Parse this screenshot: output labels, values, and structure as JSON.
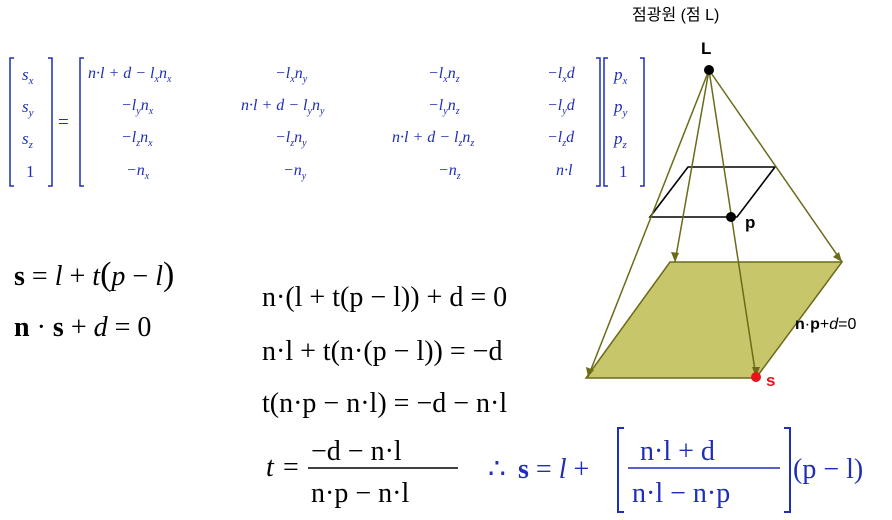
{
  "diagram": {
    "light_label_caption": "점광원 (점 L)",
    "light_point_label": "L",
    "point_p_label": "p",
    "point_s_label": "s",
    "plane_equation_label": {
      "n": "n",
      "dot": "·",
      "p": "p",
      "plus": "+",
      "d": "d",
      "eq": "=0"
    }
  },
  "colors": {
    "matrix_text": "#1f2fb5",
    "plane_fill": "#c8c66a",
    "lines": "#6b6b1a",
    "point_s": "#e8141b",
    "result_highlight": "#1f2fb5"
  },
  "matrix_equation": {
    "lhs": [
      {
        "base": "s",
        "sub": "x"
      },
      {
        "base": "s",
        "sub": "y"
      },
      {
        "base": "s",
        "sub": "z"
      },
      {
        "base": "1",
        "sub": ""
      }
    ],
    "equals": "=",
    "matrix": [
      [
        "n·l + d − l",
        "x",
        "n",
        "x",
        "−l",
        "x",
        "n",
        "y",
        "−l",
        "x",
        "n",
        "z",
        "−l",
        "x",
        "d"
      ],
      [
        "−l",
        "y",
        "n",
        "x",
        "n·l + d − l",
        "y",
        "n",
        "y",
        "−l",
        "y",
        "n",
        "z",
        "−l",
        "y",
        "d"
      ],
      [
        "−l",
        "z",
        "n",
        "x",
        "−l",
        "z",
        "n",
        "y",
        "n·l + d − l",
        "z",
        "n",
        "z",
        "−l",
        "z",
        "d"
      ],
      [
        "−n",
        "x",
        "−n",
        "y",
        "−n",
        "z",
        "n·l"
      ]
    ],
    "rhs": [
      {
        "base": "p",
        "sub": "x"
      },
      {
        "base": "p",
        "sub": "y"
      },
      {
        "base": "p",
        "sub": "z"
      },
      {
        "base": "1",
        "sub": ""
      }
    ]
  },
  "equations": {
    "eq1": {
      "s": "s",
      "eq": " = ",
      "l": "l",
      "plus": " + ",
      "t": "t",
      "open": "(",
      "p": "p",
      "minus": " − ",
      "l2": "l",
      "close": ")"
    },
    "eq2": {
      "n": "n",
      "dot": " · ",
      "s": "s",
      "plus": " + ",
      "d": "d",
      "eq": " = 0"
    },
    "eq3": "n·(l + t(p − l)) + d = 0",
    "eq4": "n·l + t(n·(p − l)) = −d",
    "eq5": "t(n·p − n·l) = −d − n·l",
    "eq6_t": "t",
    "eq6_eq": "=",
    "eq6_num": "−d − n·l",
    "eq6_den": "n·p − n·l",
    "therefore": "∴",
    "result_s": "s",
    "result_eq": " = ",
    "result_l": "l",
    "result_plus": " + ",
    "result_num": "n·l + d",
    "result_den": "n·l − n·p",
    "result_tail": "(p − l)"
  }
}
